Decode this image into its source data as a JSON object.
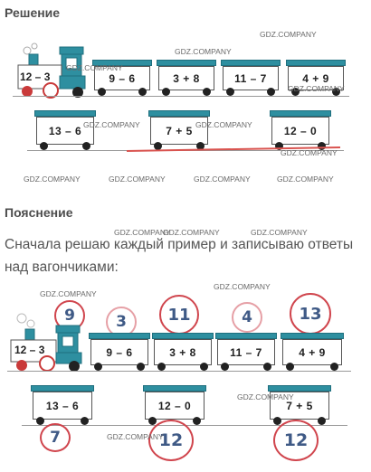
{
  "headings": {
    "solution": "Решение",
    "explanation": "Пояснение"
  },
  "paragraph": "Сначала решаю каждый пример и записываю ответы над вагончиками:",
  "watermark": "GDZ.COMPANY",
  "colors": {
    "wagon_roof": "#2e8fa0",
    "answer_circle": "#d0454d",
    "answer_text": "#3f5a86",
    "locomotive_red": "#c93a3a"
  },
  "solution": {
    "locomotive": "12 – 3",
    "row1": [
      "9 – 6",
      "3 + 8",
      "11 – 7",
      "4 + 9"
    ],
    "row2": [
      "13 – 6",
      "7 + 5",
      "12 – 0"
    ]
  },
  "explanation": {
    "locomotive": "12 – 3",
    "row1": [
      "9 – 6",
      "3 + 8",
      "11 – 7",
      "4 + 9"
    ],
    "row2": [
      "13 – 6",
      "12 – 0",
      "7 + 5"
    ],
    "answers_top": [
      "9",
      "3",
      "11",
      "4",
      "13"
    ],
    "answers_bottom": [
      "7",
      "12",
      "12"
    ]
  }
}
